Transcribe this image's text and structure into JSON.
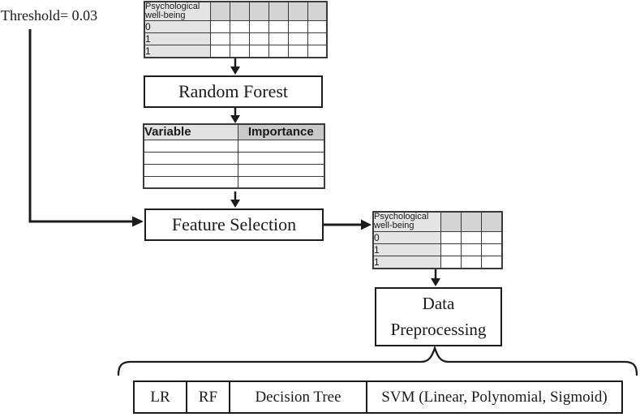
{
  "figure": {
    "threshold_label": "Threshold= 0.03"
  },
  "nodes": {
    "random_forest": "Random Forest",
    "feature_selection": "Feature Selection",
    "data_preprocessing": "Data Preprocessing"
  },
  "tables": {
    "dataset_full": {
      "target_header": "Psychological well-being",
      "feature_columns": 6,
      "rows": [
        "0",
        "1",
        "1"
      ]
    },
    "importance": {
      "columns": [
        "Variable",
        "Importance"
      ],
      "empty_rows": 4
    },
    "dataset_selected": {
      "target_header": "Psychological well-being",
      "feature_columns": 3,
      "rows": [
        "0",
        "1",
        "1"
      ]
    }
  },
  "models": [
    "LR",
    "RF",
    "Decision Tree",
    "SVM (Linear, Polynomial, Sigmoid)"
  ],
  "colors": {
    "ink": "#1a1a1a",
    "line": "#1c1c1c",
    "border": "#3a3a3a",
    "fill-header": "#d4d4d4",
    "fill-label": "#e4e4e4",
    "fill-importance-variable": "#e2e2e2",
    "fill-importance-value": "#c9c9c9",
    "bg": "#ffffff"
  }
}
